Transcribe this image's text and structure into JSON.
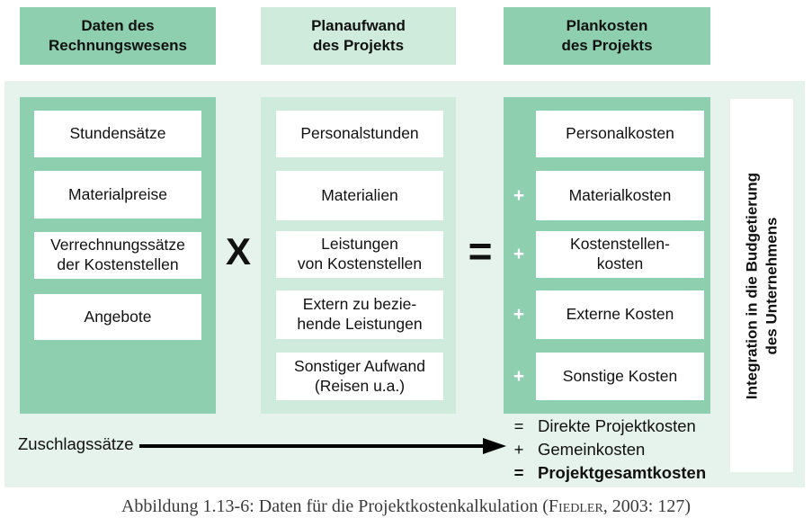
{
  "colors": {
    "green_medium": "#8DCFAE",
    "green_light": "#CEEBDC",
    "panel_bg": "#E6F2EC",
    "box_bg": "#FFFFFF"
  },
  "headers": [
    {
      "label": "Daten des\nRechnungswesens"
    },
    {
      "label": "Planaufwand\ndes Projekts"
    },
    {
      "label": "Plankosten\ndes Projekts"
    }
  ],
  "operators": {
    "multiply": "X",
    "equals": "="
  },
  "accounting": {
    "items": [
      "Stundensätze",
      "Materialpreise",
      "Verrechnungssätze\nder Kostenstellen",
      "Angebote"
    ]
  },
  "effort": {
    "items": [
      "Personalstunden",
      "Materialien",
      "Leistungen\nvon Kostenstellen",
      "Extern zu bezie-\nhende Leistungen",
      "Sonstiger Aufwand\n(Reisen u.a.)"
    ]
  },
  "costs": {
    "items": [
      {
        "prefix": "",
        "label": "Personalkosten"
      },
      {
        "prefix": "+",
        "label": "Materialkosten"
      },
      {
        "prefix": "+",
        "label": "Kostenstellen-\nkosten"
      },
      {
        "prefix": "+",
        "label": "Externe Kosten"
      },
      {
        "prefix": "+",
        "label": "Sonstige Kosten"
      }
    ]
  },
  "summary": [
    {
      "symbol": "=",
      "label": "Direkte Projektkosten"
    },
    {
      "symbol": "+",
      "label": "Gemeinkosten"
    },
    {
      "symbol": "=",
      "label": "Projektgesamtkosten"
    }
  ],
  "surcharge_label": "Zuschlagssätze",
  "integration_label": "Integration in die Budgetierung\ndes Unternehmens",
  "caption": {
    "prefix": "Abbildung 1.13-6: Daten für die Projektkostenkalkulation (",
    "author": "Fiedler",
    "suffix": ", 2003: 127)"
  }
}
